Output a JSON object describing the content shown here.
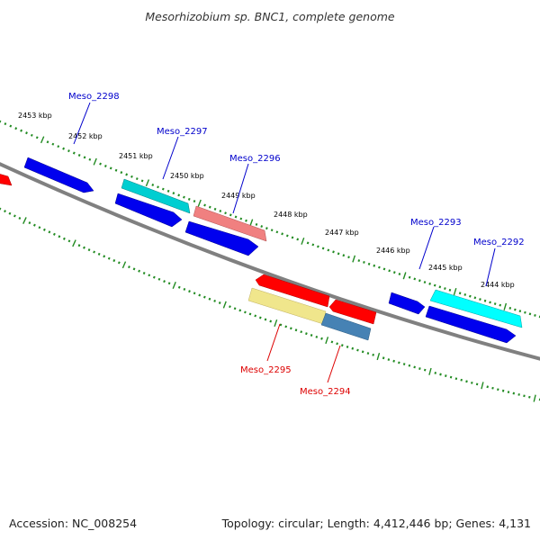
{
  "title": "Mesorhizobium sp. BNC1, complete genome",
  "footer": {
    "accession": "Accession: NC_008254",
    "summary": "Topology: circular; Length: 4,412,446 bp; Genes: 4,131"
  },
  "kbp_labels": [
    "2453 kbp",
    "2452 kbp",
    "2451 kbp",
    "2450 kbp",
    "2449 kbp",
    "2448 kbp",
    "2447 kbp",
    "2446 kbp",
    "2445 kbp",
    "2444 kbp"
  ],
  "gene_labels": {
    "meso_2298": "Meso_2298",
    "meso_2297": "Meso_2297",
    "meso_2296": "Meso_2296",
    "meso_2295": "Meso_2295",
    "meso_2294": "Meso_2294",
    "meso_2293": "Meso_2293",
    "meso_2292": "Meso_2292"
  },
  "colors": {
    "backbone": "#808080",
    "tick": "#228B22",
    "forward_label": "#0000CC",
    "reverse_label": "#DD0000",
    "cds_blue": "#0000EE",
    "cds_cyan": "#00CED1",
    "cds_pink": "#F08080",
    "cds_red": "#FF0000",
    "cds_khaki": "#F0E68C",
    "cds_steelblue": "#4682B4"
  }
}
